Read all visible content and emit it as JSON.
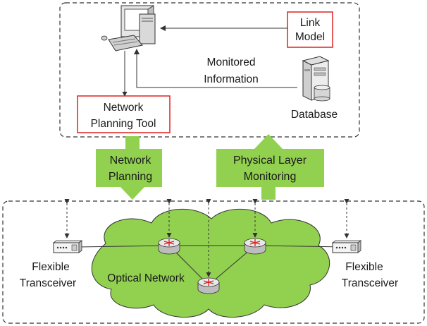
{
  "colors": {
    "green_arrow": "#92d050",
    "red_box": "#e02020",
    "cloud_fill": "#92d050",
    "frame": "#333333"
  },
  "control_plane": {
    "link_model": {
      "line1": "Link",
      "line2": "Model"
    },
    "monitored_info": {
      "line1": "Monitored",
      "line2": "Information"
    },
    "network_planning_tool": {
      "line1": "Network",
      "line2": "Planning Tool"
    },
    "database": {
      "label": "Database",
      "icon": "database-server-icon"
    },
    "computer": {
      "icon": "desktop-computer-icon"
    }
  },
  "arrows": {
    "network_planning": {
      "line1": "Network",
      "line2": "Planning",
      "direction": "down"
    },
    "physical_layer_monitoring": {
      "line1": "Physical Layer",
      "line2": "Monitoring",
      "direction": "up"
    }
  },
  "data_plane": {
    "optical_network": "Optical Network",
    "transceiver_left": {
      "line1": "Flexible",
      "line2": "Transceiver",
      "icon": "transceiver-icon"
    },
    "transceiver_right": {
      "line1": "Flexible",
      "line2": "Transceiver",
      "icon": "transceiver-icon"
    },
    "router_icon": "optical-router-icon"
  }
}
